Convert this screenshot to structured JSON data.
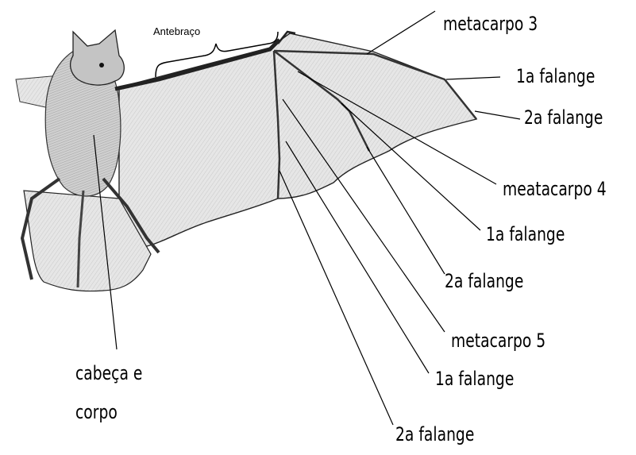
{
  "labels": {
    "antebraco": "Antebraço",
    "metacarpo3": "metacarpo 3",
    "falange1_d3": "1a falange",
    "falange2_d3": "2a falange",
    "meatacarpo4": "meatacarpo 4",
    "falange1_d4": "1a falange",
    "falange2_d4": "2a falange",
    "metacarpo5": "metacarpo 5",
    "falange1_d5": "1a falange",
    "falange2_d5": "2a falange",
    "cabeca_line1": "cabeça e",
    "cabeca_line2": "corpo"
  },
  "colors": {
    "ink": "#000000",
    "wing_membrane": "#dcdcdc",
    "body_shading": "#bdbdbd",
    "background": "#ffffff"
  }
}
